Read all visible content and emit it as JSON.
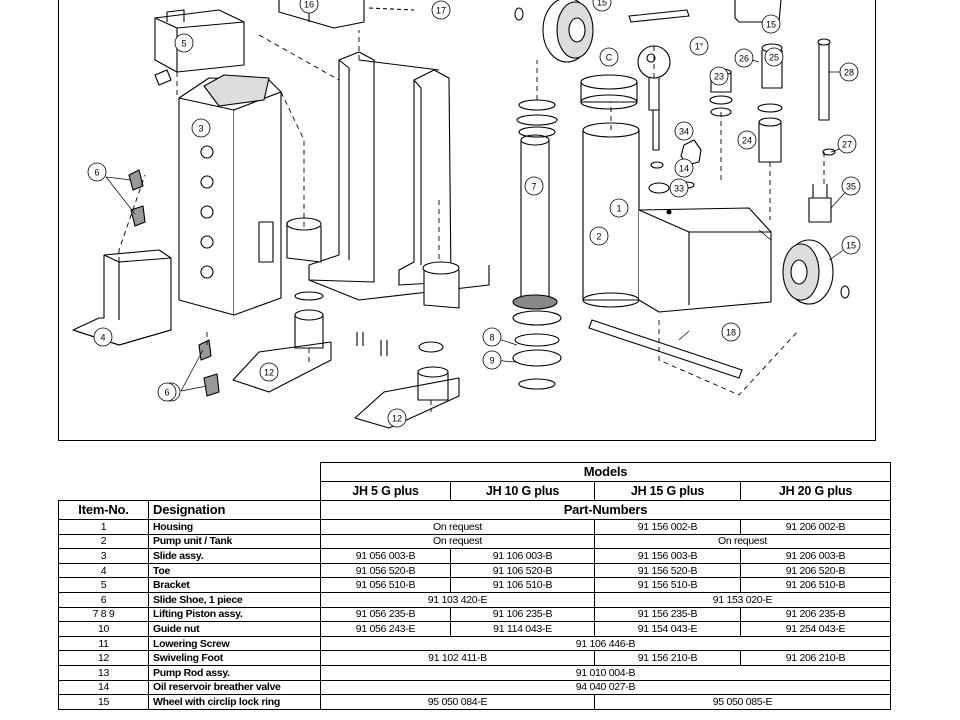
{
  "drawing": {
    "callouts": [
      "1",
      "2",
      "3",
      "4",
      "5",
      "6",
      "7",
      "8",
      "9",
      "12",
      "12",
      "14",
      "15",
      "15",
      "16",
      "17",
      "18",
      "23",
      "24",
      "25",
      "26",
      "27",
      "28",
      "33",
      "34",
      "35",
      "6",
      "6",
      "C",
      "15",
      "1°"
    ]
  },
  "table": {
    "models_label": "Models",
    "model_names": [
      "JH 5 G plus",
      "JH 10 G plus",
      "JH 15 G plus",
      "JH 20 G plus"
    ],
    "item_header": "Item-No.",
    "designation_header": "Designation",
    "part_numbers_header": "Part-Numbers",
    "rows": [
      {
        "item": "1",
        "designation": "Housing",
        "c12": "On request",
        "c3": "91 156 002-B",
        "c4": "91 206 002-B"
      },
      {
        "item": "2",
        "designation": "Pump unit / Tank",
        "c12": "On request",
        "c34": "On request"
      },
      {
        "item": "3",
        "designation": "Slide assy.",
        "c1": "91 056 003-B",
        "c2": "91 106 003-B",
        "c3": "91 156 003-B",
        "c4": "91 206 003-B"
      },
      {
        "item": "4",
        "designation": "Toe",
        "c1": "91 056 520-B",
        "c2": "91 106 520-B",
        "c3": "91 156 520-B",
        "c4": "91 206 520-B"
      },
      {
        "item": "5",
        "designation": "Bracket",
        "c1": "91 056 510-B",
        "c2": "91 106 510-B",
        "c3": "91 156 510-B",
        "c4": "91 206 510-B"
      },
      {
        "item": "6",
        "designation": "Slide Shoe, 1 piece",
        "c12": "91 103 420-E",
        "c34": "91 153 020-E"
      },
      {
        "item": "7 8 9",
        "designation": "Lifting Piston assy.",
        "c1": "91 056 235-B",
        "c2": "91 106 235-B",
        "c3": "91 156 235-B",
        "c4": "91 206 235-B"
      },
      {
        "item": "10",
        "designation": "Guide nut",
        "c1": "91 056 243-E",
        "c2": "91 114 043-E",
        "c3": "91 154 043-E",
        "c4": "91 254 043-E"
      },
      {
        "item": "11",
        "designation": "Lowering Screw",
        "c1234": "91 106 446-B"
      },
      {
        "item": "12",
        "designation": "Swiveling Foot",
        "c12": "91 102 411-B",
        "c3": "91 156 210-B",
        "c4": "91 206 210-B"
      },
      {
        "item": "13",
        "designation": "Pump Rod assy.",
        "c1234": "91 010 004-B"
      },
      {
        "item": "14",
        "designation": "Oil reservoir breather valve",
        "c1234": "94 040 027-B"
      },
      {
        "item": "15",
        "designation": "Wheel with circlip lock ring",
        "c12": "95 050 084-E",
        "c34": "95 050 085-E"
      }
    ]
  }
}
